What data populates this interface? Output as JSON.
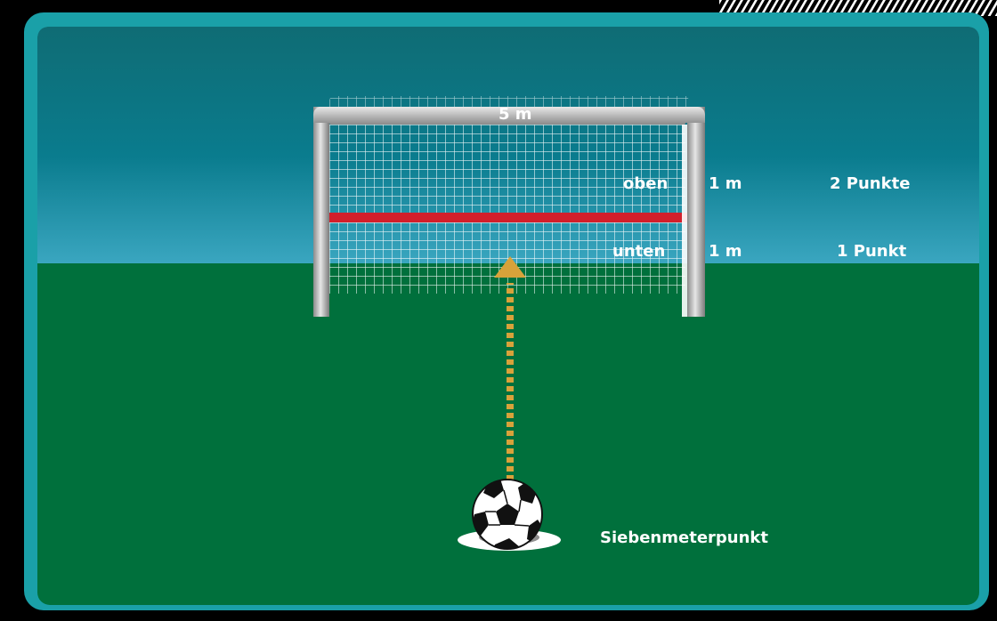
{
  "diagram": {
    "goal_width_label": "5 m",
    "zones": [
      {
        "name": "oben",
        "height": "1 m",
        "score": "2 Punkte"
      },
      {
        "name": "unten",
        "height": "1 m",
        "score": "1 Punkt"
      }
    ],
    "spot_label": "Siebenmeterpunkt"
  },
  "colors": {
    "frame_border": "#1aa0a8",
    "sky_top": "#0f6c74",
    "sky_bottom": "#3aa6c0",
    "grass": "#00703c",
    "goal_post": "#d6d6d6",
    "net": "#ffffff",
    "divider": "#d21f2b",
    "arrow": "#d8a23a",
    "text": "#ffffff"
  },
  "icons": {
    "ball": "soccer-ball-icon",
    "arrow": "arrow-up-icon"
  }
}
